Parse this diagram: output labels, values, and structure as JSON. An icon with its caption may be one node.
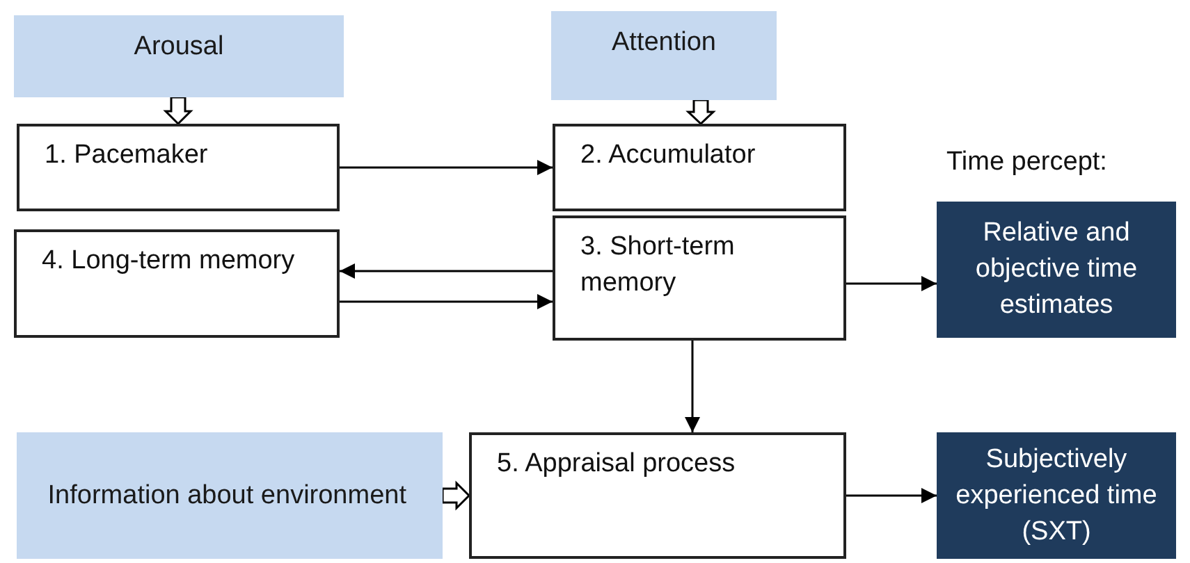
{
  "diagram": {
    "nodes": [
      {
        "text": [
          "Arousal"
        ]
      },
      {
        "text": [
          "Attention"
        ]
      },
      {
        "text": [
          "1. Pacemaker"
        ]
      },
      {
        "text": [
          "2. Accumulator"
        ]
      },
      {
        "text": [
          "4. Long-term memory"
        ]
      },
      {
        "text": [
          "3. Short-term memory"
        ]
      },
      {
        "text": [
          "Relative and objective time estimates"
        ]
      },
      {
        "text": [
          "Information about environment"
        ]
      },
      {
        "text": [
          "5. Appraisal process"
        ]
      },
      {
        "text": [
          "Subjectively experienced time (SXT)"
        ]
      }
    ],
    "edges": [
      {
        "from": 0,
        "to": 2,
        "arrow": "to",
        "style": "thick"
      },
      {
        "from": 1,
        "to": 3,
        "arrow": "to",
        "style": "thick"
      },
      {
        "from": 2,
        "to": 3,
        "arrow": "to"
      },
      {
        "from": 5,
        "to": 4,
        "arrow": "to"
      },
      {
        "from": 4,
        "to": 5,
        "arrow": "to"
      },
      {
        "from": 5,
        "to": 6,
        "arrow": "to"
      },
      {
        "from": 5,
        "to": 8,
        "arrow": "to"
      },
      {
        "from": 7,
        "to": 8,
        "arrow": "to",
        "style": "thick"
      },
      {
        "from": 8,
        "to": 9,
        "arrow": "to"
      }
    ],
    "labels": [
      "Time percept:"
    ]
  }
}
